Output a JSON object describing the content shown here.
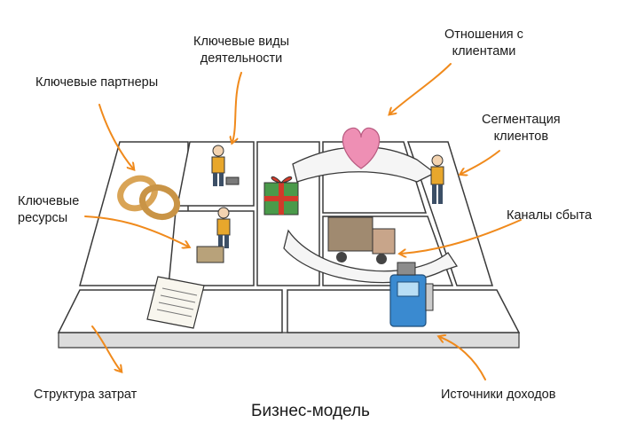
{
  "labels": {
    "key_partners": "Ключевые партнеры",
    "key_activities_line1": "Ключевые виды",
    "key_activities_line2": "деятельности",
    "customer_relationships_line1": "Отношения с",
    "customer_relationships_line2": "клиентами",
    "customer_segments_line1": "Сегментация",
    "customer_segments_line2": "клиентов",
    "key_resources_line1": "Ключевые",
    "key_resources_line2": "ресурсы",
    "channels": "Каналы сбыта",
    "cost_structure": "Структура затрат",
    "revenue_streams": "Источники доходов"
  },
  "title": "Бизнес-модель",
  "colors": {
    "arrow": "#f08a1c",
    "board_fill": "#ffffff",
    "board_stroke": "#3a3a3a",
    "board_side": "#d9d9d9",
    "heart": "#ee8fb4",
    "gift": "#4a9a4a",
    "gift_ribbon": "#d23a2a",
    "truck": "#a08a70",
    "ring": "#d9a456",
    "person_shirt": "#e8a72c",
    "person_pants": "#3c4f66",
    "machine": "#3a8ad0"
  },
  "icons": [
    "rings-icon",
    "worker-icon",
    "person-with-box-icon",
    "gift-icon",
    "heart-icon",
    "truck-icon",
    "customer-icon",
    "document-icon",
    "cash-register-icon"
  ]
}
